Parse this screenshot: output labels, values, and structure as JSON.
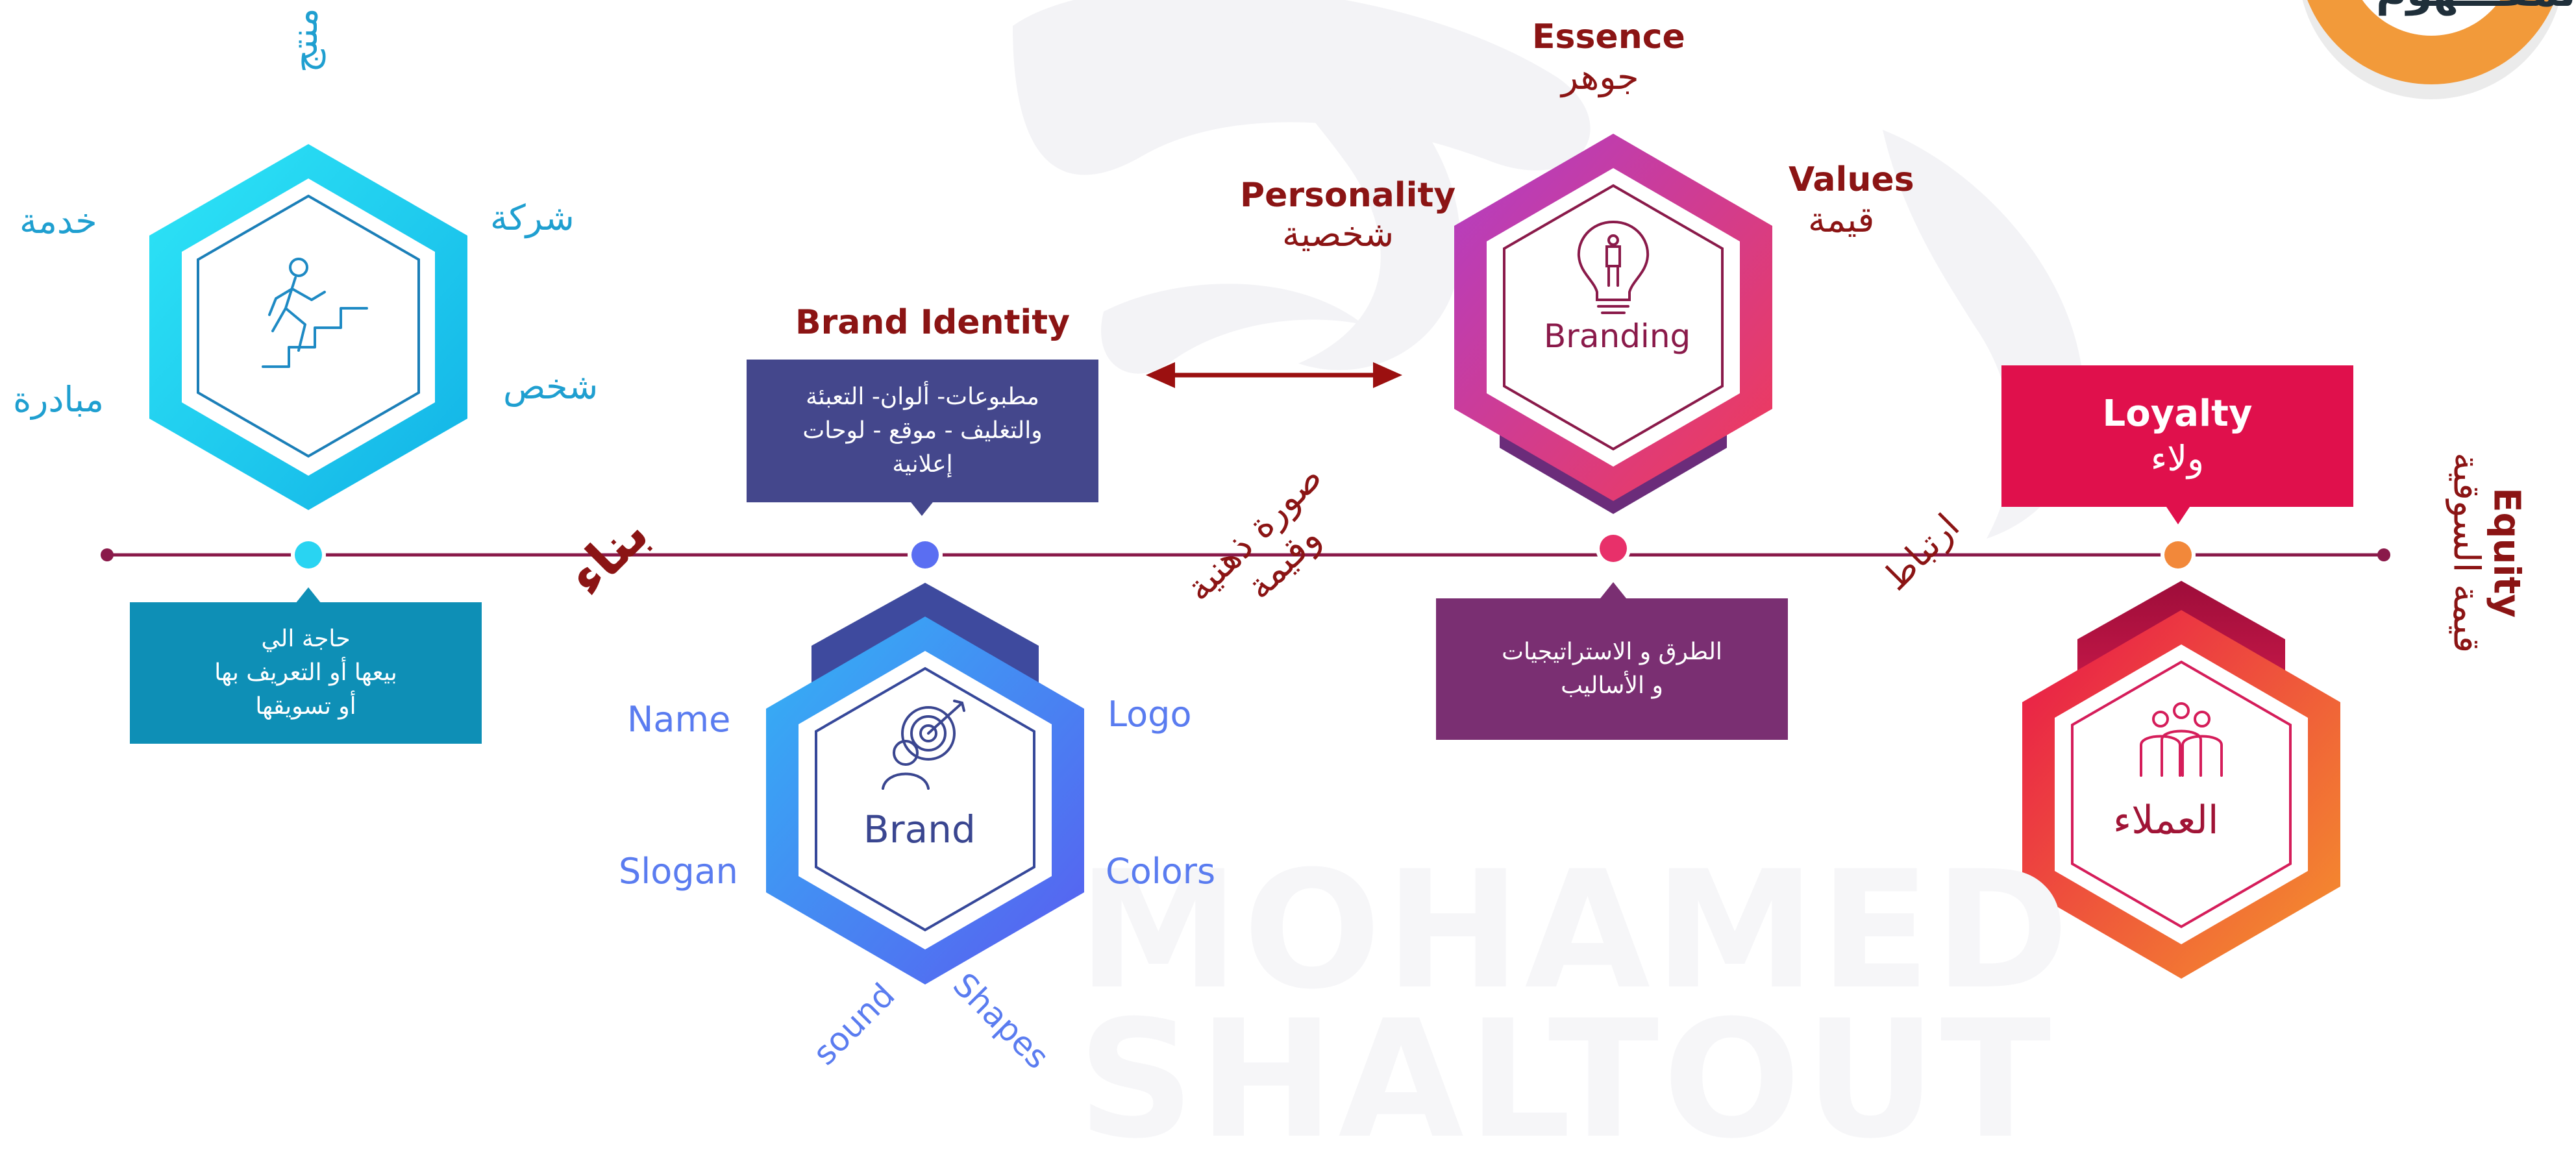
{
  "top_corner": {
    "arabic_title": "المفـــهوم"
  },
  "product_stage": {
    "top_label": "منتج",
    "labels": {
      "service": "خدمة",
      "company": "شركة",
      "person": "شخص",
      "initiative": "مبادرة"
    },
    "note": [
      "حاجة الي",
      "بيعها أو التعريف بها",
      "أو تسويقها"
    ],
    "connector": "بناء"
  },
  "brand_stage": {
    "identity_title": "Brand Identity",
    "identity_note": [
      "مطبوعات- ألوان- التعبئة",
      "والتغليف - موقع - لوحات",
      "إعلانية"
    ],
    "center_label": "Brand",
    "elements": {
      "name": "Name",
      "logo": "Logo",
      "slogan": "Slogan",
      "colors": "Colors",
      "sound": "sound",
      "shapes": "Shapes"
    },
    "connector": [
      "صورة ذهنية",
      "وقيمة"
    ]
  },
  "branding_stage": {
    "center_label": "Branding",
    "essence": {
      "en": "Essence",
      "ar": "جوهر"
    },
    "personality": {
      "en": "Personality",
      "ar": "شخصية"
    },
    "values": {
      "en": "Values",
      "ar": "قيمة"
    },
    "note": [
      "الطرق و الاستراتيجيات",
      "و الأساليب"
    ],
    "connector": "ارتباط"
  },
  "customers_stage": {
    "loyalty": {
      "en": "Loyalty",
      "ar": "ولاء"
    },
    "center_label": "العملاء"
  },
  "equity": {
    "en": "Equity",
    "ar": "قيمة السوقية"
  },
  "watermark": {
    "line1": "MOHAMED",
    "line2": "SHALTOUT"
  },
  "colors": {
    "timeline": "#8a1a4a",
    "product": "#1fd3f0",
    "brand": "#4a6ef0",
    "branding": "#d2387a",
    "customers": "#f2804a",
    "dark_red": "#8b1414",
    "label_blue": "#5a7cf0",
    "label_cyan": "#1f9fd0"
  }
}
